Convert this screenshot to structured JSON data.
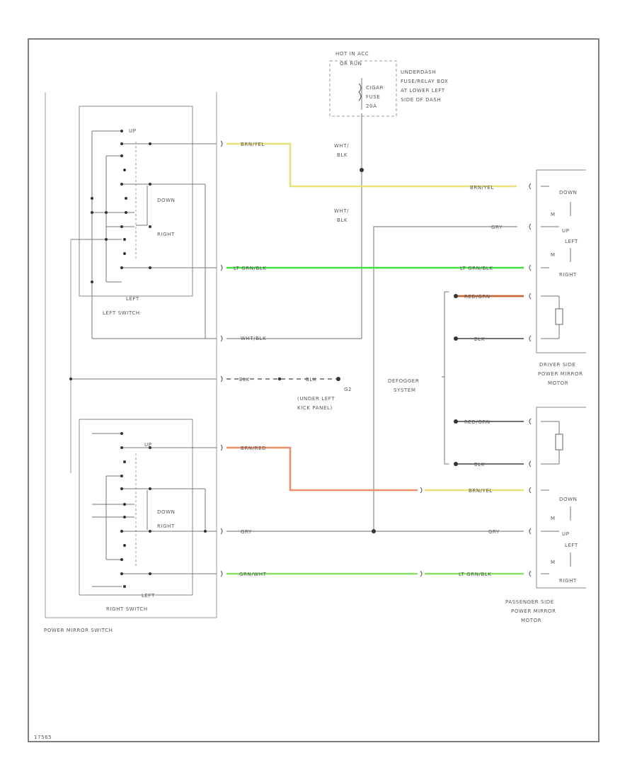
{
  "diagram": {
    "footer_code": "17565",
    "fuse_note": {
      "line1": "HOT IN ACC",
      "line2": "OR RUN"
    },
    "fuse_name": [
      "CIGAR",
      "FUSE",
      "20A"
    ],
    "relay_box": [
      "UNDERDASH",
      "FUSE/RELAY BOX",
      "AT LOWER LEFT",
      "SIDE OF DASH"
    ],
    "wires": {
      "wht_blk_top": [
        "WHT/",
        "BLK"
      ],
      "wht_blk_mid": [
        "WHT/",
        "BLK"
      ],
      "brn_yel_left": "BRN/YEL",
      "brn_yel_right": "BRN/YEL",
      "gry_top": "GRY",
      "lt_grn_blk_left": "LT GRN/BLK",
      "lt_grn_blk_right": "LT GRN/BLK",
      "red_grn": "RED/GRN",
      "blk_def1": "BLK",
      "wht_blk_low": "WHT/BLK",
      "blk_g": "BLK",
      "blk_g2": "BLK",
      "brn_red": "BRN/RED",
      "red_grn2": "RED/GRN",
      "blk_def2": "BLK",
      "brn_yel_r2": "BRN/YEL",
      "gry_left": "GRY",
      "gry_right": "GRY",
      "grn_wht": "GRN/WHT",
      "lt_grn_blk_r2": "LT GRN/BLK"
    },
    "ground": {
      "id": "G2",
      "line1": "(UNDER LEFT",
      "line2": "KICK PANEL)"
    },
    "left_switch": {
      "up": "UP",
      "down": "DOWN",
      "right": "RIGHT",
      "left": "LEFT",
      "title": "LEFT SWITCH"
    },
    "right_switch": {
      "up": "UP",
      "down": "DOWN",
      "right": "RIGHT",
      "left": "LEFT",
      "title": "RIGHT SWITCH"
    },
    "switch_assembly": "POWER MIRROR SWITCH",
    "defogger": [
      "DEFOGGER",
      "SYSTEM"
    ],
    "driver_motor": {
      "down": "DOWN",
      "up": "UP",
      "left": "LEFT",
      "right": "RIGHT",
      "title": [
        "DRIVER SIDE",
        "POWER MIRROR",
        "MOTOR"
      ]
    },
    "passenger_motor": {
      "down": "DOWN",
      "up": "UP",
      "left": "LEFT",
      "right": "RIGHT",
      "title": [
        "PASSENGER SIDE",
        "POWER MIRROR",
        "MOTOR"
      ]
    },
    "colors": {
      "yellow": "#e8e07a",
      "green": "#44dd44",
      "light_green": "#88e066",
      "orange": "#e8906a",
      "red_brown": "#c86a3a",
      "frame": "#555555"
    }
  }
}
